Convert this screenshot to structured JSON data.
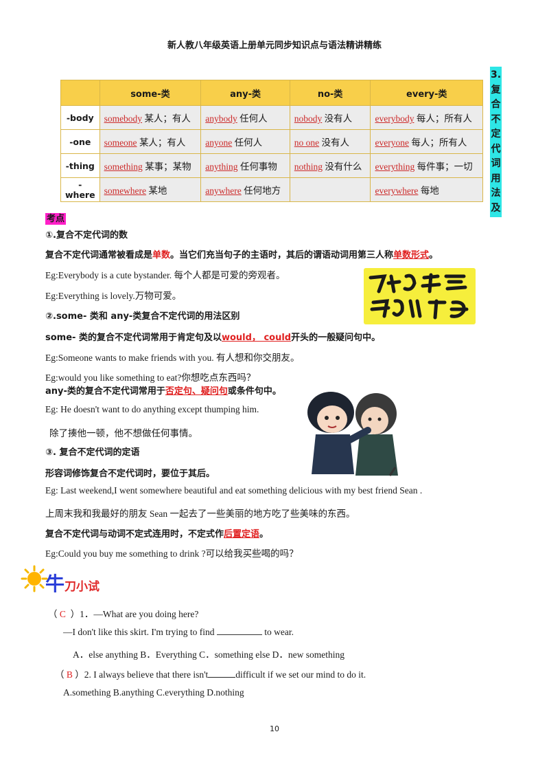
{
  "header": {
    "title": "新人教八年级英语上册单元同步知识点与语法精讲精练"
  },
  "side_title": [
    "3.",
    "复",
    "合",
    "不",
    "定",
    "代",
    "词",
    "用",
    "法",
    "及"
  ],
  "table": {
    "columns": [
      "",
      "some-类",
      "any-类",
      "no-类",
      "every-类"
    ],
    "rows": [
      {
        "head": "-body",
        "cells": [
          {
            "word": "somebody",
            "meaning": "某人；有人"
          },
          {
            "word": "anybody",
            "meaning": "任何人"
          },
          {
            "word": "nobody",
            "meaning": "没有人"
          },
          {
            "word": "everybody",
            "meaning": "每人；所有人"
          }
        ]
      },
      {
        "head": "-one",
        "cells": [
          {
            "word": "someone",
            "meaning": "某人；有人"
          },
          {
            "word": "anyone",
            "meaning": "任何人"
          },
          {
            "word": "no one",
            "meaning": "没有人"
          },
          {
            "word": "everyone",
            "meaning": "每人；所有人"
          }
        ]
      },
      {
        "head": "-thing",
        "cells": [
          {
            "word": "something",
            "meaning": "某事；某物"
          },
          {
            "word": "anything",
            "meaning": "任何事物"
          },
          {
            "word": "nothing",
            "meaning": "没有什么"
          },
          {
            "word": "everything",
            "meaning": "每件事；一切"
          }
        ]
      },
      {
        "head": "-where",
        "cells": [
          {
            "word": "somewhere",
            "meaning": "某地"
          },
          {
            "word": "anywhere",
            "meaning": "任何地方"
          },
          {
            "word": "",
            "meaning": ""
          },
          {
            "word": "everywhere",
            "meaning": "每地"
          }
        ]
      }
    ]
  },
  "kaodian": "考点",
  "s1": {
    "heading": "①.复合不定代词的数",
    "rule_a": "复合不定代词通常被看成是",
    "rule_b": "单数",
    "rule_c": "。当它们充当句子的主语时，其后的谓语动词用第三人称",
    "rule_d": "单数形式",
    "rule_e": "。",
    "eg1": "Eg:Everybody  is  a  cute  bystander. 每个人都是可爱的旁观者。",
    "eg2": "Eg:Everything  is  lovely.万物可爱。"
  },
  "s2": {
    "heading": "②.some- 类和  any-类复合不定代词的用法区别",
    "rule1_a": "some- 类的复合不定代词常用于肯定句及以",
    "rule1_b": "would， could",
    "rule1_c": "开头的一般疑问句中。",
    "eg1": "Eg:Someone wants to  make  friends with you. 有人想和你交朋友。",
    "eg2": "Eg:would  you  like  something  to  eat?你想吃点东西吗？",
    "rule2_a": "any-类的复合不定代词常用于",
    "rule2_b": "否定句、疑问句",
    "rule2_c": "或条件句中。",
    "eg3": "Eg: He doesn't want to do anything  except  thumping  him.",
    "eg3_cn": "除了揍他一顿，他不想做任何事情。"
  },
  "s3": {
    "heading": "③. 复合不定代词的定语",
    "rule1": "形容词修饰复合不定代词时，要位于其后。",
    "eg1": "Eg: Last weekend,I went somewhere beautiful  and  eat  something  delicious  with  my  best  friend  Sean .",
    "eg1_cn": "上周末我和我最好的朋友 Sean 一起去了一些美丽的地方吃了些美味的东西。",
    "rule2_a": "复合不定代词与动词不定式连用时，不定式作",
    "rule2_b": "后置定语",
    "rule2_c": "。",
    "eg2": "Eg:Could  you  buy  me  something  to  drink  ?可以给我买些喝的吗？"
  },
  "quiz": {
    "title_big": "牛",
    "title_small": "刀小试",
    "q1_open": "（",
    "q1_answer": "C",
    "q1_close": "）1．—What are you doing here?",
    "q1_line2_a": "—I don't like this skirt. I'm trying to find",
    "q1_line2_b": "to wear.",
    "q1_options": "A．else anything   B．Everything   C．something else   D．new something",
    "q2_open": "（",
    "q2_answer": "B",
    "q2_close": "）2. I  always believe that there isn't",
    "q2_tail": "difficult if we set our mind to do it.",
    "q2_options": "A.something     B.anything      C.everything         D.nothing"
  },
  "page_number": "10",
  "colors": {
    "table_header": "#f8cf4a",
    "cell_bg": "#ececec",
    "highlight_red": "#e02020",
    "kaodian_bg": "#ff1fc8",
    "side_title_bg": "#2ee6e6"
  }
}
